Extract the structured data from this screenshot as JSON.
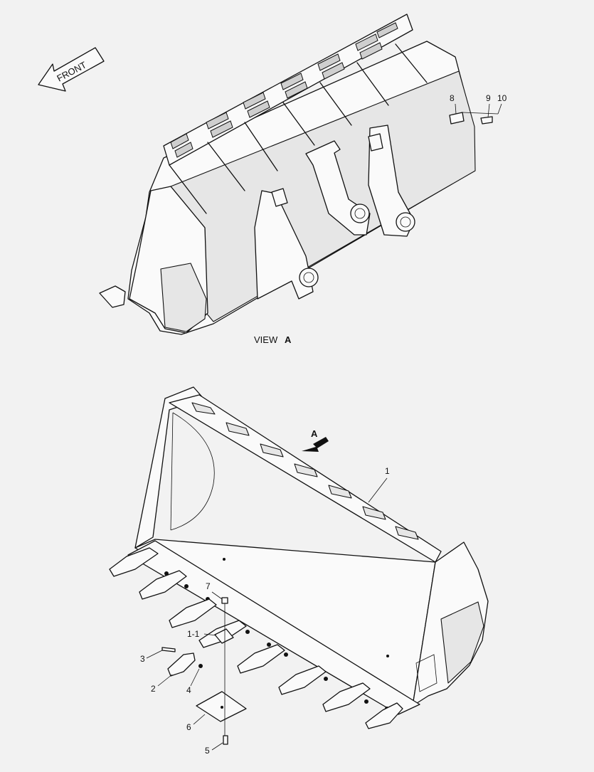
{
  "direction_arrow": {
    "label": "FRONT"
  },
  "view_caption": {
    "prefix": "VIEW",
    "letter": "A"
  },
  "view_marker": {
    "letter": "A"
  },
  "callouts": {
    "c1": "1",
    "c1_1": "1-1",
    "c2": "2",
    "c3": "3",
    "c4": "4",
    "c5": "5",
    "c6": "6",
    "c7": "7",
    "c8": "8",
    "c9": "9",
    "c10": "10"
  }
}
